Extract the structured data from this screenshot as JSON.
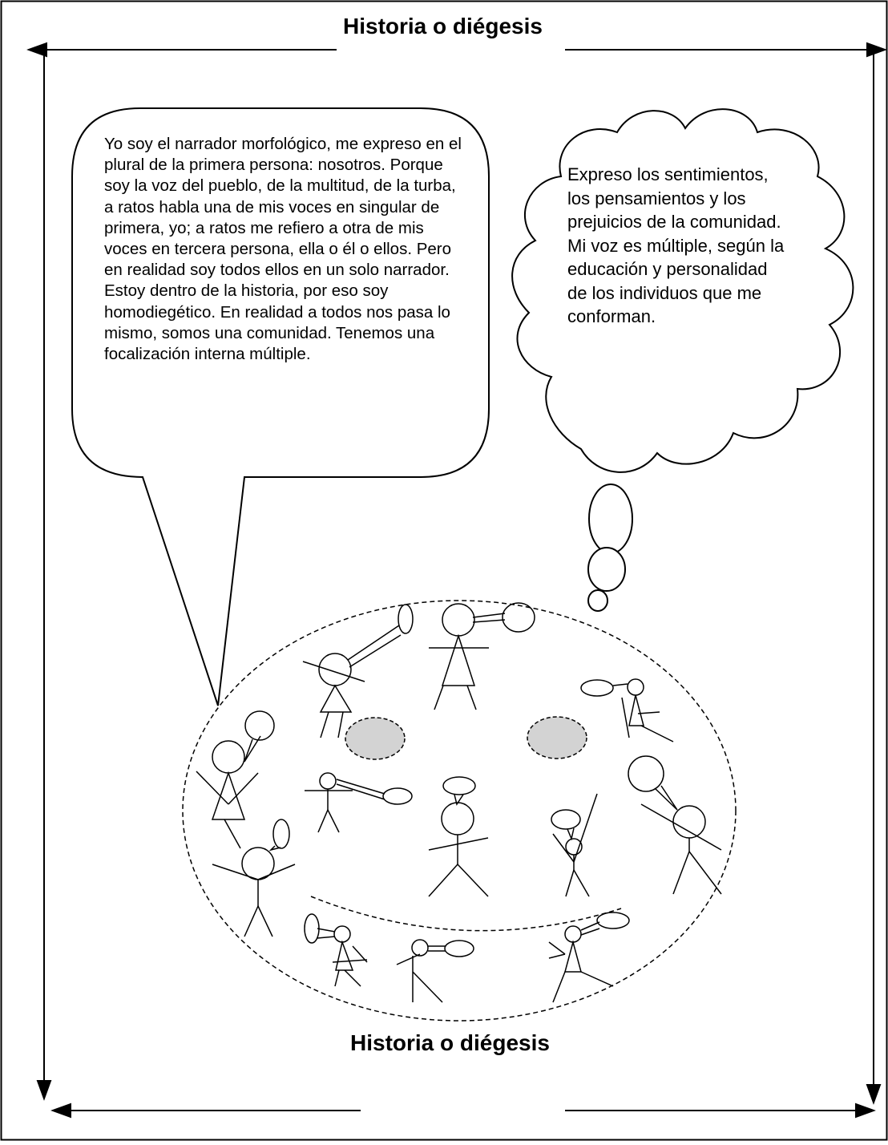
{
  "diagram": {
    "title_top": "Historia o diégesis",
    "title_bottom": "Historia o diégesis",
    "speech_bubble_text": "Yo soy el narrador morfológico, me expreso en el plural de la primera persona: nosotros.  Porque soy la voz del pueblo, de la multitud, de la turba, a ratos habla una de mis voces en singular de primera, yo; a ratos me refiero a otra de mis voces en tercera persona, ella o él o ellos. Pero en realidad soy todos ellos en un solo narrador.  Estoy dentro de la historia, por eso soy homodiegético. En realidad a todos nos pasa lo mismo, somos una comunidad. Tenemos una focalización interna múltiple.",
    "thought_bubble_text": "Expreso los sentimientos, los pensamientos y los prejuicios de la comunidad.  Mi voz es múltiple, según la educación y personalidad de los individuos que me conforman.",
    "colors": {
      "line": "#000000",
      "background": "#ffffff",
      "grey_fill": "#d3d3d3"
    }
  }
}
